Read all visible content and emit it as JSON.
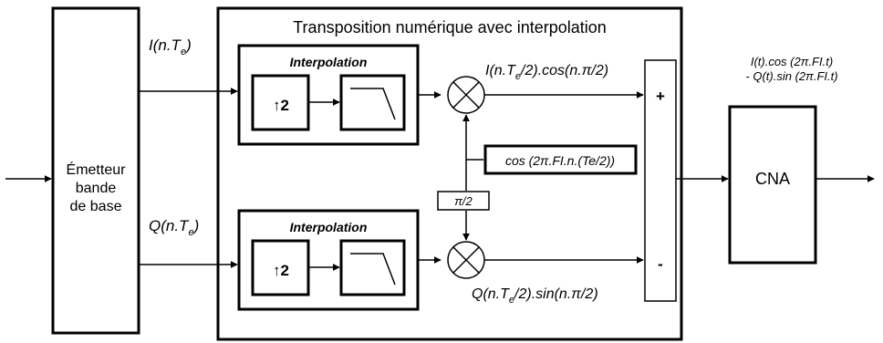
{
  "emitter": {
    "line1": "Émetteur",
    "line2": "bande",
    "line3": "de base"
  },
  "transposition_title": "Transposition numérique avec interpolation",
  "signals": {
    "i_in": {
      "main": "I(n.T",
      "sub": "e",
      "tail": ")"
    },
    "q_in": {
      "main": "Q(n.T",
      "sub": "e",
      "tail": ")"
    },
    "i_out": {
      "main": "I(n.T",
      "sub": "e",
      "tail": "/2).cos(n.π/2)"
    },
    "q_out": {
      "main": "Q(n.T",
      "sub": "e",
      "tail": "/2).sin(n.π/2)"
    }
  },
  "interpolation": {
    "label": "Interpolation",
    "upsample_label": "↑2"
  },
  "oscillator_label": "cos (2π.FI.n.(Te/2))",
  "phase_shift_label": "π/2",
  "adder": {
    "plus": "+",
    "minus": "-"
  },
  "dac_label": "CNA",
  "output": {
    "line1": "I(t).cos (2π.FI.t)",
    "line2": "- Q(t).sin (2π.FI.t)"
  }
}
